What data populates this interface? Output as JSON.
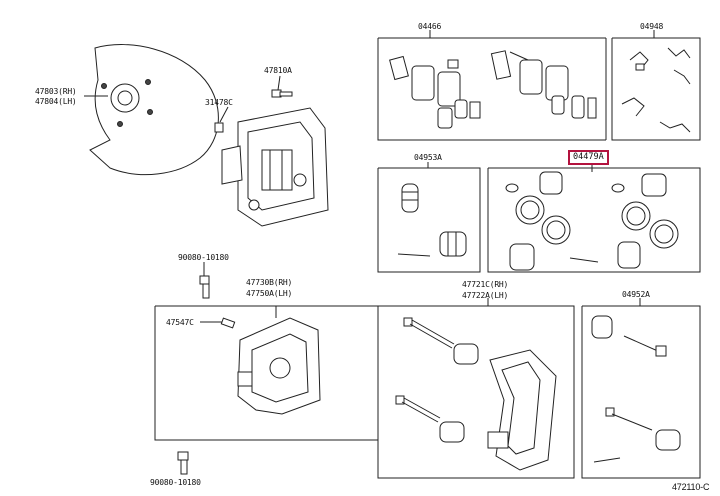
{
  "labels": {
    "p47803": "47803(RH)",
    "p47804": "47804(LH)",
    "p47810A": "47810A",
    "p31478C": "31478C",
    "p04466": "04466",
    "p04948": "04948",
    "p04953A": "04953A",
    "p04479A": "04479A",
    "p90080a": "90080-10180",
    "p47730B": "47730B(RH)",
    "p47750A": "47750A(LH)",
    "p47547C": "47547C",
    "p47721C": "47721C(RH)",
    "p47722A": "47722A(LH)",
    "p04952A": "04952A",
    "p90080b": "90080-10180",
    "figure_id": "472110-C"
  },
  "colors": {
    "highlight": "#b3123e",
    "line": "#222222"
  }
}
